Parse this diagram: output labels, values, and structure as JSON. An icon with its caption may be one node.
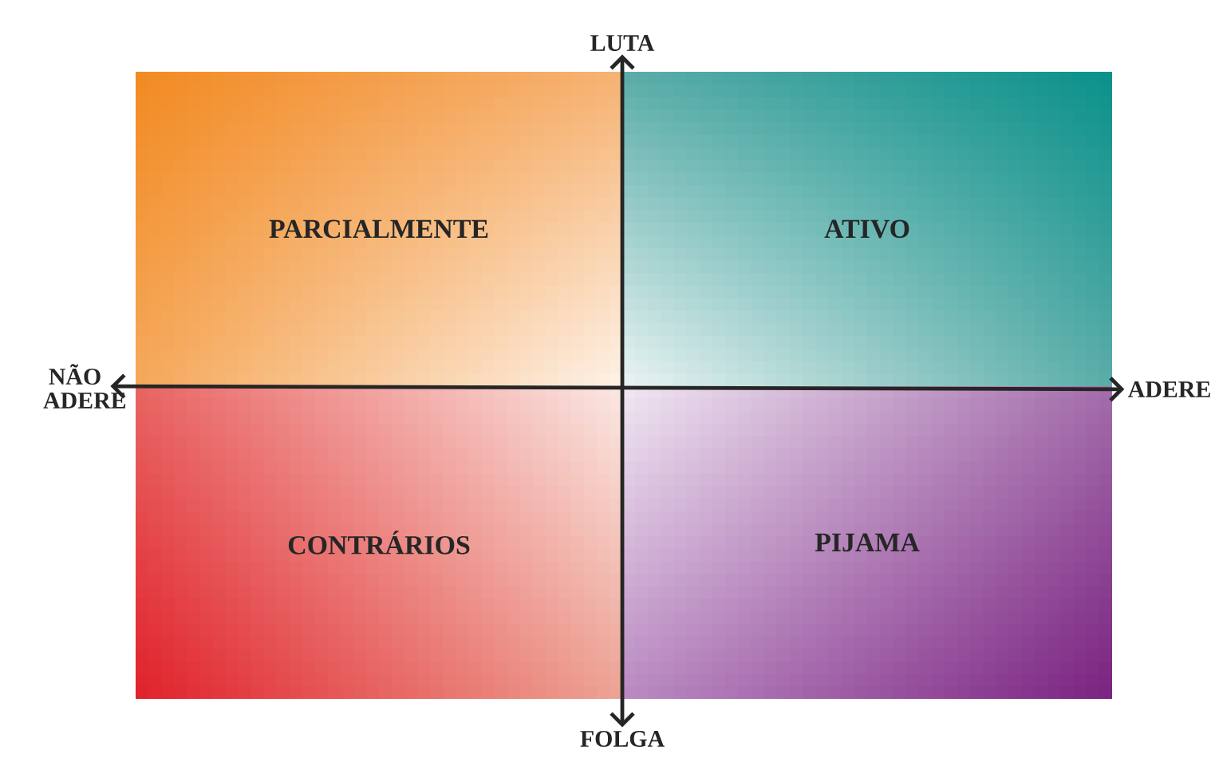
{
  "diagram": {
    "nodes": [
      {
        "text": [
          "LUTA"
        ]
      },
      {
        "text": [
          "PARCIALMENTE"
        ]
      },
      {
        "text": [
          "ATIVO"
        ]
      },
      {
        "text": [
          "NÃO ADERE"
        ]
      },
      {
        "text": [
          "ADERE"
        ]
      },
      {
        "text": [
          "CONTRÁRIOS"
        ]
      },
      {
        "text": [
          "PIJAMA"
        ]
      },
      {
        "text": [
          "FOLGA"
        ]
      }
    ],
    "edges": [
      {
        "from": 7,
        "to": 0,
        "arrow": "both"
      },
      {
        "from": 3,
        "to": 4,
        "arrow": "both"
      }
    ]
  }
}
